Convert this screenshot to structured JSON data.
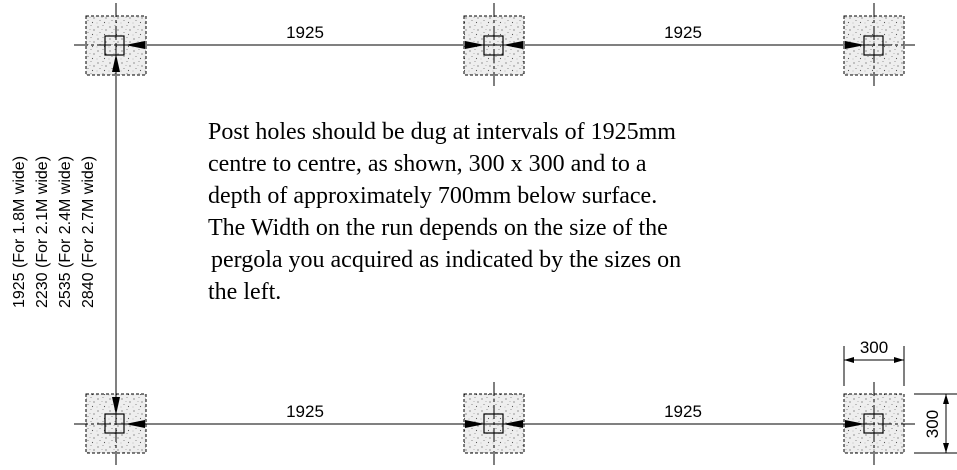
{
  "dimensions": {
    "top_left_span": "1925",
    "top_right_span": "1925",
    "bottom_left_span": "1925",
    "bottom_right_span": "1925",
    "hole_width": "300",
    "hole_height": "300"
  },
  "width_options": [
    "1925 (For 1.8M wide)",
    "2230 (For 2.1M wide)",
    "2535 (For 2.4M wide)",
    "2840 (For 2.7M wide)"
  ],
  "note_lines": [
    "Post holes should be dug at intervals of 1925mm",
    "centre to centre, as shown, 300 x 300 and to a",
    "depth of approximately 700mm below surface.",
    "The Width on the run depends on the size of the",
    "pergola you acquired as indicated by the sizes on",
    "the left."
  ],
  "colors": {
    "line": "#000000",
    "concrete_fill": "#eeeeee",
    "speckle": "#555555"
  }
}
